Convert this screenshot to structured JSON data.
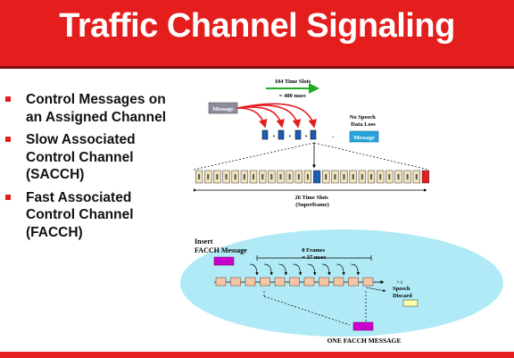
{
  "slide": {
    "title": "Traffic Channel Signaling"
  },
  "bullets": [
    {
      "text": "Control Messages on\nan Assigned Channel"
    },
    {
      "text": "Slow Associated\nControl Channel\n(SACCH)"
    },
    {
      "text": "Fast Associated\nControl Channel\n(FACCH)"
    }
  ],
  "top_diagram": {
    "slots_label": "104 Time Slots",
    "msec_label": "= 480 msec",
    "message_label": "Message",
    "no_speech_label": "No Speech\nData Loss",
    "message_right_label": "Message",
    "superframe_label": "26 Time Slots\n(Superframe)"
  },
  "bottom_diagram": {
    "insert_label": "Insert\nFACCH Message",
    "frames_label": "8 Frames\n= 37 msec",
    "t_label": "> t",
    "speech_discard_label": "Speech\nDiscard",
    "facch_label": "ONE FACCH MESSAGE"
  },
  "colors": {
    "accent": "#e41d1d",
    "ellipse": "#b0eaf6",
    "slot": "#f1e3b8",
    "message_box": "#8c8c9e",
    "magenta": "#cc00cc",
    "arrow_green": "#22aa22"
  }
}
